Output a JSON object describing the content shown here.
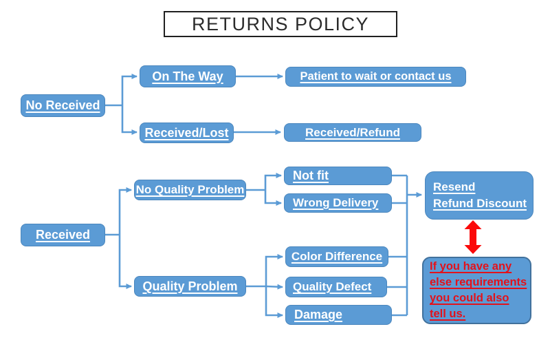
{
  "title": "RETURNS POLICY",
  "colors": {
    "node_fill": "#5B9BD5",
    "node_border": "#4a86bd",
    "note_border": "#41719C",
    "connector_blue": "#5B9BD5",
    "arrow_red": "#FB0A0A",
    "note_text_red": "#E3121B",
    "title_text": "#2b2b2b"
  },
  "nodes": {
    "no_received": {
      "label": "No Received"
    },
    "on_the_way": {
      "label": "On The Way"
    },
    "patient_wait": {
      "label": "Patient to wait or contact us"
    },
    "received_lost": {
      "label": "Received/Lost"
    },
    "received_refund": {
      "label": "Received/Refund"
    },
    "received": {
      "label": "Received"
    },
    "no_quality_problem": {
      "label": "No Quality Problem"
    },
    "not_fit": {
      "label": "Not fit"
    },
    "wrong_delivery": {
      "label": "Wrong Delivery"
    },
    "resend": {
      "line1": "Resend",
      "line2": "Refund Discount"
    },
    "quality_problem": {
      "label": "Quality Problem"
    },
    "color_difference": {
      "label": "Color Difference"
    },
    "quality_defect": {
      "label": "Quality Defect"
    },
    "damage": {
      "label": "Damage"
    },
    "note": {
      "text": "If you have any else requirements you could also tell us.",
      "lines": [
        "If you have any",
        "else requirements",
        "you could also",
        "tell us."
      ]
    }
  }
}
